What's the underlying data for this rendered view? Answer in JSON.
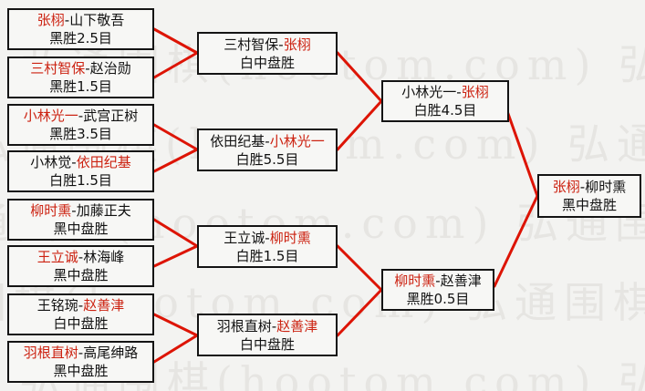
{
  "watermark": {
    "text": "弘通围棋(hootom.com)"
  },
  "separator": "-",
  "colors": {
    "background": "#f3f3f1",
    "connector_line": "#dd1405",
    "winner_text": "#cc2211",
    "box_border": "#141414",
    "watermark_text": "#e6e5e2"
  },
  "rounds": [
    {
      "name": "round-1",
      "matches": [
        {
          "p1": "张栩",
          "p2": "山下敬吾",
          "winner": "p1",
          "result": "黑胜2.5目"
        },
        {
          "p1": "三村智保",
          "p2": "赵治勋",
          "winner": "p1",
          "result": "黑胜1.5目"
        },
        {
          "p1": "小林光一",
          "p2": "武宫正树",
          "winner": "p1",
          "result": "黑胜3.5目"
        },
        {
          "p1": "小林觉",
          "p2": "依田纪基",
          "winner": "p2",
          "result": "白胜1.5目"
        },
        {
          "p1": "柳时熏",
          "p2": "加藤正夫",
          "winner": "p1",
          "result": "黑中盘胜"
        },
        {
          "p1": "王立诚",
          "p2": "林海峰",
          "winner": "p1",
          "result": "黑中盘胜"
        },
        {
          "p1": "王铭琬",
          "p2": "赵善津",
          "winner": "p2",
          "result": "白中盘胜"
        },
        {
          "p1": "羽根直树",
          "p2": "高尾绅路",
          "winner": "p1",
          "result": "黑中盘胜"
        }
      ]
    },
    {
      "name": "round-2",
      "matches": [
        {
          "p1": "三村智保",
          "p2": "张栩",
          "winner": "p2",
          "result": "白中盘胜"
        },
        {
          "p1": "依田纪基",
          "p2": "小林光一",
          "winner": "p2",
          "result": "白胜5.5目"
        },
        {
          "p1": "王立诚",
          "p2": "柳时熏",
          "winner": "p2",
          "result": "白胜1.5目"
        },
        {
          "p1": "羽根直树",
          "p2": "赵善津",
          "winner": "p2",
          "result": "白中盘胜"
        }
      ]
    },
    {
      "name": "semifinals",
      "matches": [
        {
          "p1": "小林光一",
          "p2": "张栩",
          "winner": "p2",
          "result": "白胜4.5目"
        },
        {
          "p1": "柳时熏",
          "p2": "赵善津",
          "winner": "p1",
          "result": "黑胜0.5目"
        }
      ]
    },
    {
      "name": "final",
      "matches": [
        {
          "p1": "张栩",
          "p2": "柳时熏",
          "winner": "p1",
          "result": "黑中盘胜"
        }
      ]
    }
  ]
}
